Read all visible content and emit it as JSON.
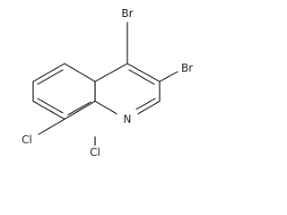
{
  "molecule": {
    "atoms": {
      "br4": "Br",
      "br3": "Br",
      "cl7": "Cl",
      "cl8": "Cl",
      "n1": "N"
    }
  },
  "colors": {
    "bond": "#1a1a1a",
    "label": "#1a1a1a",
    "background": "#ffffff"
  }
}
